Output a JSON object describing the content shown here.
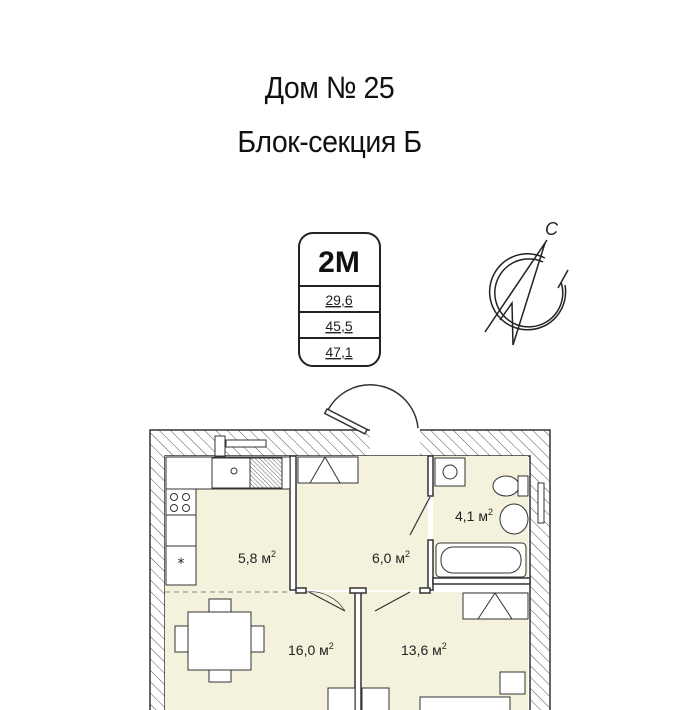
{
  "header": {
    "house": "Дом № 25",
    "section": "Блок-секция Б"
  },
  "apartment_badge": {
    "type": "2М",
    "areas": [
      "29,6",
      "45,5",
      "47,1"
    ]
  },
  "compass": {
    "north_label": "С"
  },
  "rooms": [
    {
      "name": "kitchen",
      "area": "5,8",
      "unit": "м",
      "exp": "2"
    },
    {
      "name": "hallway",
      "area": "6,0",
      "unit": "м",
      "exp": "2"
    },
    {
      "name": "bathroom",
      "area": "4,1",
      "unit": "м",
      "exp": "2"
    },
    {
      "name": "living-room",
      "area": "16,0",
      "unit": "м",
      "exp": "2"
    },
    {
      "name": "bedroom",
      "area": "13,6",
      "unit": "м",
      "exp": "2"
    }
  ],
  "colors": {
    "room_fill": "#f4f2dc",
    "wall": "#333333"
  }
}
